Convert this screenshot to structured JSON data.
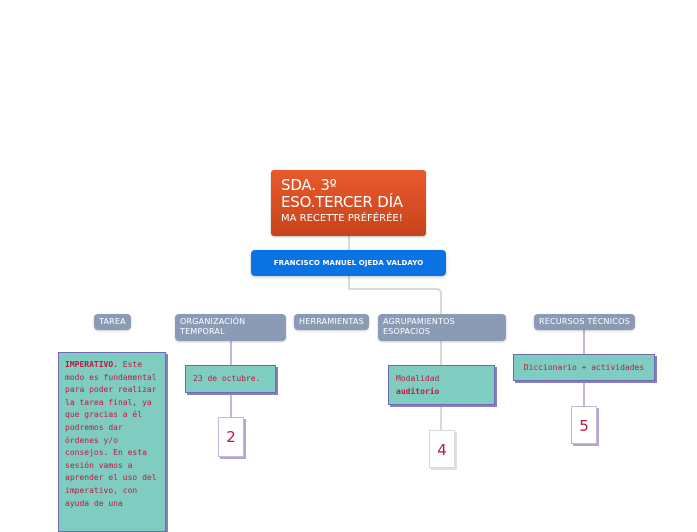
{
  "root": {
    "title_line1": "SDA. 3º",
    "title_line2": "ESO.TERCER DÍA",
    "subtitle": "MA RECETTE PRÉFÉRÉE!",
    "color": "#d94d22"
  },
  "author": {
    "label": "FRANCISCO MANUEL OJEDA VALDAYO",
    "color": "#0a73e4"
  },
  "branches": [
    {
      "label": "TAREA",
      "content_bold": "IMPERATIVO.",
      "content_text": " Este modo es fundamental para poder realizar la tarea final, ya que gracias a él podremos dar órdenes y/o consejos. En esta sesión vamos a aprender el uso del imperativo, con ayuda de una"
    },
    {
      "label": "ORGANIZACIÓN TEMPORAL",
      "content_text": "23 de octubre.",
      "number": "2"
    },
    {
      "label": "HERRAMIENTAS"
    },
    {
      "label": "AGRUPAMIENTOS ESOPACIOS",
      "content_line1": "Modalidad",
      "content_line2": "auditorio",
      "number": "4"
    },
    {
      "label": "RECURSOS TÉCNICOS",
      "content_text": "Diccionario + actividades",
      "number": "5"
    }
  ],
  "colors": {
    "branch_header": "#8b9bb5",
    "teal_box": "#7fcdc0",
    "content_text": "#c1173f",
    "connector": "#d9d9d9",
    "connector_purple": "#c9b3dc"
  }
}
